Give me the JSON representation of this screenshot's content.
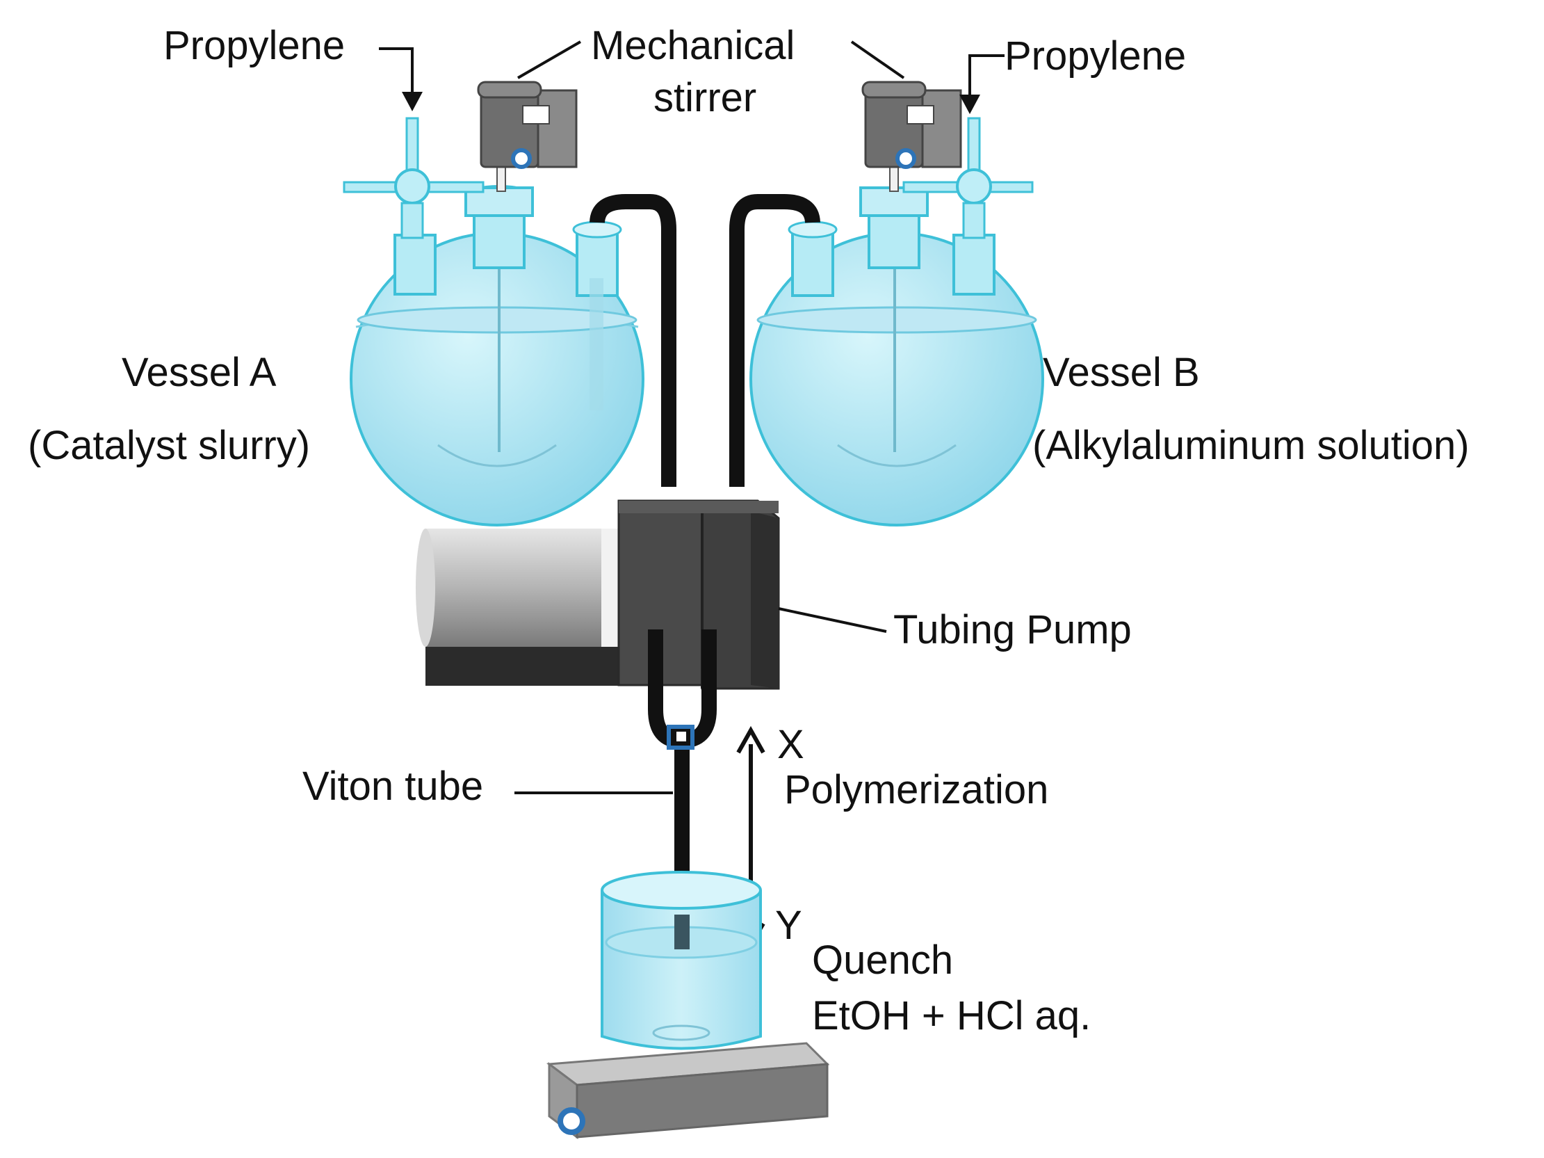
{
  "labels": {
    "propylene_left": "Propylene",
    "propylene_right": "Propylene",
    "stirrer_line1": "Mechanical",
    "stirrer_line2": "stirrer",
    "vessel_a": "Vessel A",
    "vessel_a_contents": "(Catalyst slurry)",
    "vessel_b": "Vessel B",
    "vessel_b_contents": "(Alkylaluminum solution)",
    "pump": "Tubing Pump",
    "tube": "Viton tube",
    "x_mark": "X",
    "polymerization": "Polymerization",
    "y_mark": "Y",
    "quench": "Quench",
    "quench_solution": "EtOH + HCl aq."
  },
  "colors": {
    "glass_fill": "#a8e6f2",
    "glass_stroke": "#3ec0d8",
    "liquid": "#8fd8ec",
    "tube": "#111111",
    "stirrer_body": "#6e6e6e",
    "pump_head": "#4a4a4a",
    "pump_motor": "#c9c9c9",
    "plate": "#9a9a9a"
  }
}
